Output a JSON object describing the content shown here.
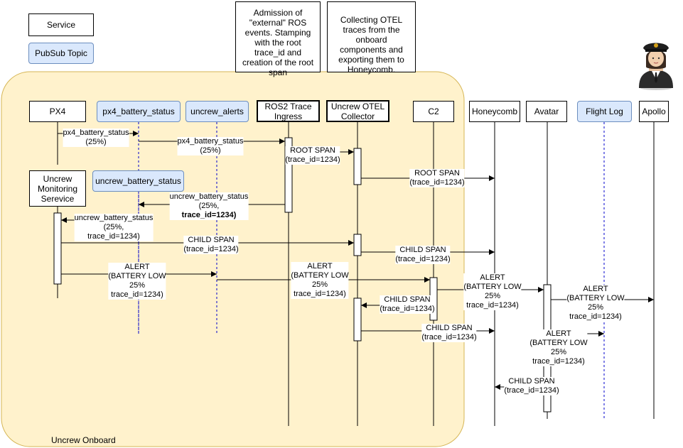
{
  "legend": {
    "service": "Service",
    "topic": "PubSub Topic"
  },
  "region": {
    "label": "Uncrew Onboard",
    "fill": "#fff2cc",
    "stroke": "#d6b656"
  },
  "notes": {
    "ingress": "Admission of \"external\" ROS events. Stamping with the root trace_id and creation of the root span",
    "collector": "Collecting OTEL traces from the onboard components and exporting them to Honeycomb."
  },
  "participants": {
    "px4": "PX4",
    "px4_battery_status": "px4_battery_status",
    "uncrew_alerts": "uncrew_alerts",
    "ros2_ingress": "ROS2 Trace Ingress",
    "otel_collector": "Uncrew OTEL Collector",
    "c2": "C2",
    "honeycomb": "Honeycomb",
    "avatar": "Avatar",
    "flight_log": "Flight Log",
    "apollo": "Apollo",
    "monitoring": "Uncrew Monitoring Serevice",
    "uncrew_battery_status": "uncrew_battery_status"
  },
  "messages": {
    "m1": [
      "px4_battery_status",
      "(25%)"
    ],
    "m2": [
      "px4_battery_status",
      "(25%)"
    ],
    "m3": [
      "ROOT SPAN",
      "(trace_id=1234)"
    ],
    "m4": [
      "ROOT SPAN",
      "(trace_id=1234)"
    ],
    "m5": [
      "uncrew_battery_status",
      "(25%,",
      "trace_id=1234)"
    ],
    "m6": [
      "uncrew_battery_status",
      "(25%,",
      "trace_id=1234)"
    ],
    "m7": [
      "CHILD SPAN",
      "(trace_id=1234)"
    ],
    "m8": [
      "CHILD SPAN",
      "(trace_id=1234)"
    ],
    "m9": [
      "ALERT",
      "(BATTERY LOW",
      "25%",
      "trace_id=1234)"
    ],
    "m10": [
      "ALERT",
      "(BATTERY LOW",
      "25%",
      "trace_id=1234)"
    ],
    "m11": [
      "ALERT",
      "(BATTERY LOW",
      "25%",
      "trace_id=1234)"
    ],
    "m12": [
      "CHILD SPAN",
      "(trace_id=1234)"
    ],
    "m13": [
      "ALERT",
      "(BATTERY LOW",
      "25%",
      "trace_id=1234)"
    ],
    "m14": [
      "CHILD SPAN",
      "(trace_id=1234)"
    ],
    "m15": [
      "ALERT",
      "(BATTERY LOW",
      "25%",
      "trace_id=1234)"
    ],
    "m16": [
      "CHILD SPAN",
      "(trace_id=1234)"
    ]
  },
  "colors": {
    "topic_fill": "#dae8fc",
    "topic_stroke": "#6c8ebf",
    "topic_lifeline": "#0000cc"
  }
}
